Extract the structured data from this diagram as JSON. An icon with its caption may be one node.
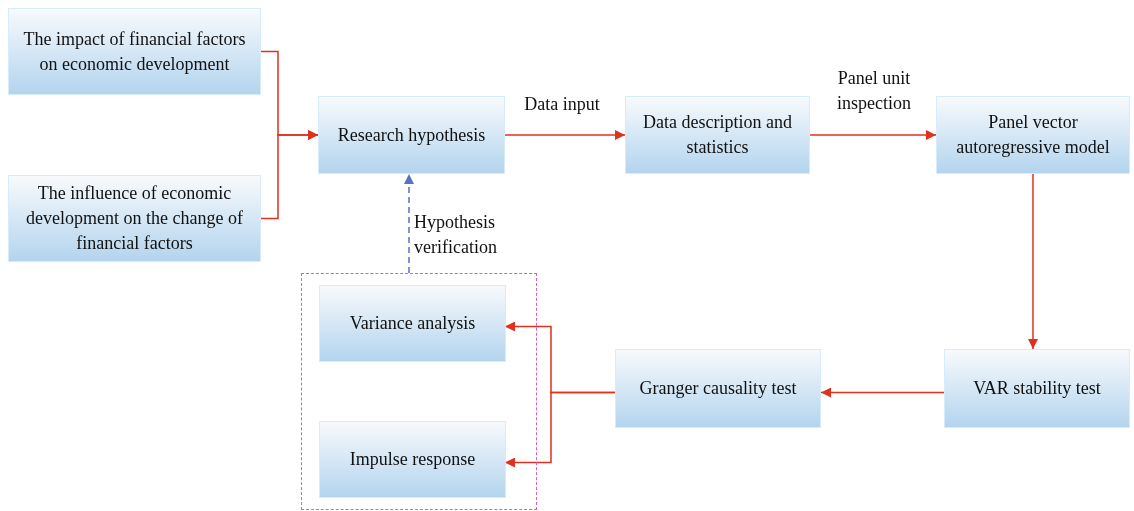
{
  "diagram": {
    "nodes": [
      {
        "text": [
          "The impact of financial factors on economic development"
        ]
      },
      {
        "text": [
          "The influence of economic development on the change of financial factors"
        ]
      },
      {
        "text": [
          "Research hypothesis"
        ]
      },
      {
        "text": [
          "Data description and statistics"
        ]
      },
      {
        "text": [
          "Panel vector autoregressive model"
        ]
      },
      {
        "text": [],
        "shape": "box"
      },
      {
        "text": [
          "Variance analysis"
        ],
        "in": 5
      },
      {
        "text": [
          "Impulse response"
        ],
        "in": 5
      },
      {
        "text": [
          "Granger causality test"
        ]
      },
      {
        "text": [
          "VAR stability test"
        ]
      }
    ],
    "edges": [
      {
        "from": 0,
        "to": 2,
        "arrow": "to"
      },
      {
        "from": 1,
        "to": 2,
        "arrow": "to"
      },
      {
        "from": 2,
        "to": 3,
        "arrow": "to",
        "label": "Data input"
      },
      {
        "from": 3,
        "to": 4,
        "arrow": "to",
        "label": "Panel unit inspection"
      },
      {
        "from": 4,
        "to": 9,
        "arrow": "to"
      },
      {
        "from": 9,
        "to": 8,
        "arrow": "to"
      },
      {
        "from": 8,
        "to": 6,
        "arrow": "to"
      },
      {
        "from": 8,
        "to": 7,
        "arrow": "to"
      },
      {
        "from": 5,
        "to": 2,
        "arrow": "to",
        "label": "Hypothesis verification",
        "style": "dashed",
        "color": "#5b6fc4"
      }
    ]
  }
}
